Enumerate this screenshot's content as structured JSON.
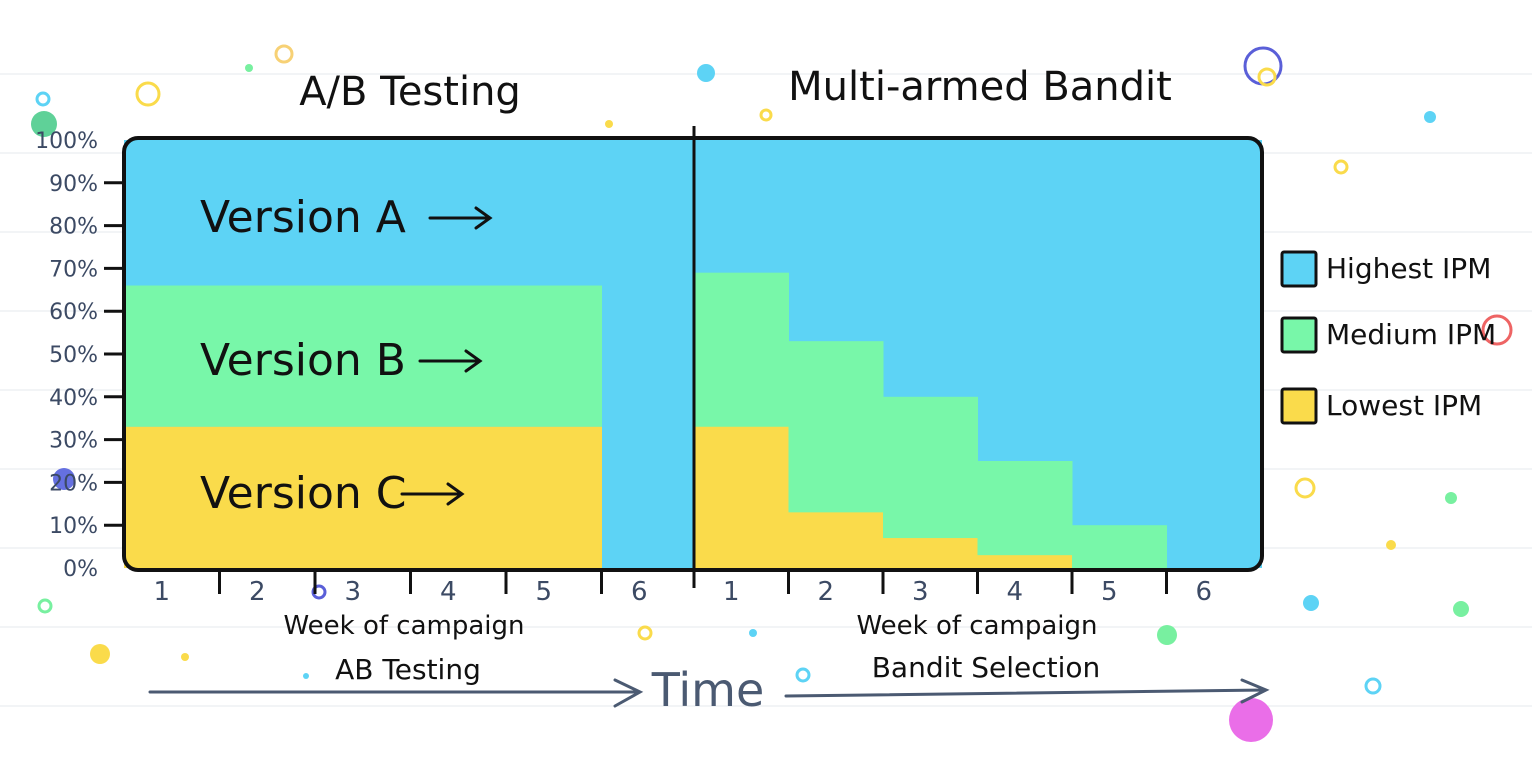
{
  "chart_data": {
    "type": "area",
    "ab_title": "A/B Testing",
    "bandit_title": "Multi-armed Bandit",
    "y_ticks": [
      "100%",
      "90%",
      "80%",
      "70%",
      "60%",
      "50%",
      "40%",
      "30%",
      "20%",
      "10%",
      "0%"
    ],
    "ylim": [
      0,
      100
    ],
    "weeks": [
      "1",
      "2",
      "3",
      "4",
      "5",
      "6"
    ],
    "ab_xlabel": "Week of campaign",
    "ab_sublabel": "AB Testing",
    "bandit_xlabel": "Week of campaign",
    "bandit_sublabel": "Bandit Selection",
    "time_label": "Time",
    "ab_version_labels": [
      "Version A",
      "Version B",
      "Version C"
    ],
    "legend": [
      {
        "label": "Highest IPM",
        "color": "#5dd3f5"
      },
      {
        "label": "Medium IPM",
        "color": "#78f7a9"
      },
      {
        "label": "Lowest IPM",
        "color": "#fadb4b"
      }
    ],
    "ab_series": {
      "weeks_tested": 5,
      "lowest_share": [
        33,
        33,
        33,
        33,
        33,
        0
      ],
      "medium_share": [
        33,
        33,
        33,
        33,
        33,
        0
      ],
      "highest_share": [
        34,
        34,
        34,
        34,
        34,
        100
      ]
    },
    "bandit_series": {
      "lowest_top": [
        33,
        13,
        7,
        3,
        0,
        0
      ],
      "medium_top": [
        69,
        53,
        40,
        25,
        10,
        0
      ],
      "highest_top": [
        100,
        100,
        100,
        100,
        100,
        100
      ]
    },
    "colors": {
      "highest": "#5dd3f5",
      "medium": "#78f7a9",
      "lowest": "#fadb4b",
      "arrow": "#4b5a72",
      "outline": "#111111"
    }
  }
}
